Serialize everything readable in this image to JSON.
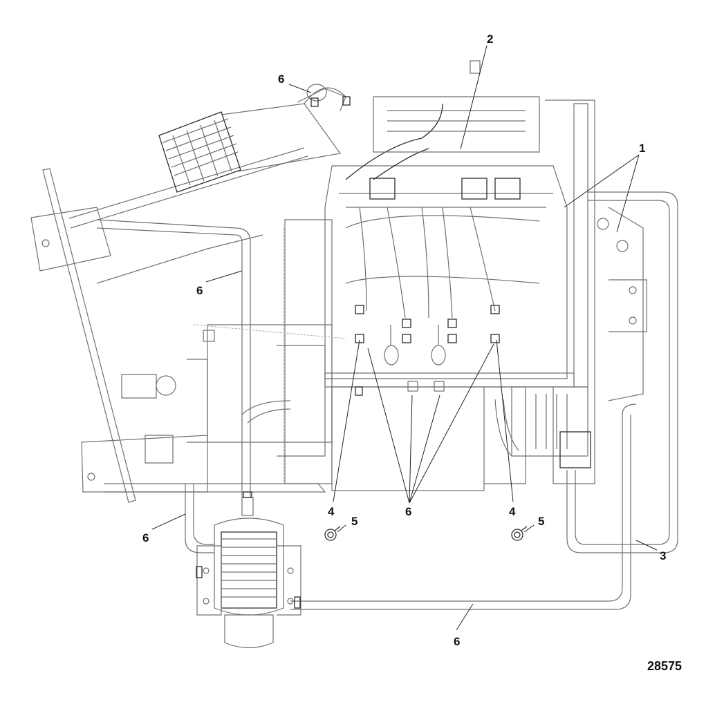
{
  "diagram": {
    "figure_number": "28575",
    "callouts": [
      {
        "id": "c1",
        "label": "1"
      },
      {
        "id": "c2",
        "label": "2"
      },
      {
        "id": "c3",
        "label": "3"
      },
      {
        "id": "c4a",
        "label": "4"
      },
      {
        "id": "c4b",
        "label": "4"
      },
      {
        "id": "c5a",
        "label": "5"
      },
      {
        "id": "c5b",
        "label": "5"
      },
      {
        "id": "c6a",
        "label": "6"
      },
      {
        "id": "c6b",
        "label": "6"
      },
      {
        "id": "c6c",
        "label": "6"
      },
      {
        "id": "c6d",
        "label": "6"
      },
      {
        "id": "c6e",
        "label": "6"
      }
    ],
    "colors": {
      "line": "#6f6f6f",
      "dark_line": "#2b2b2b",
      "text": "#111111",
      "background": "#ffffff"
    }
  }
}
